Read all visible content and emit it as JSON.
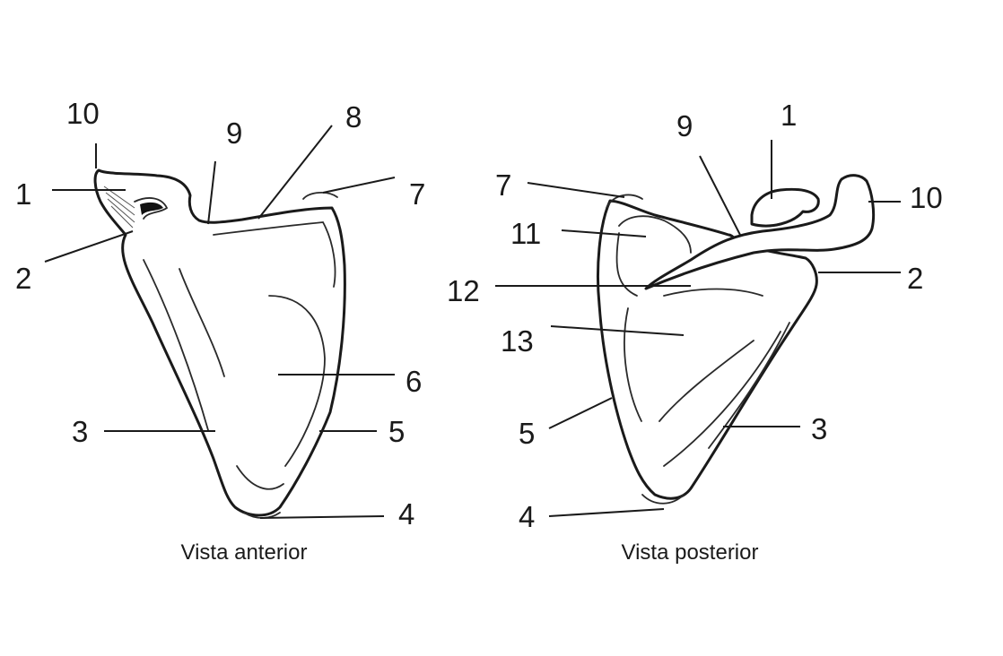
{
  "figure": {
    "anterior": {
      "caption": "Vista anterior",
      "labels": [
        "10",
        "1",
        "2",
        "9",
        "8",
        "7",
        "6",
        "3",
        "5",
        "4"
      ]
    },
    "posterior": {
      "caption": "Vista posterior",
      "labels": [
        "9",
        "1",
        "7",
        "10",
        "11",
        "2",
        "12",
        "13",
        "5",
        "3",
        "4"
      ]
    }
  }
}
